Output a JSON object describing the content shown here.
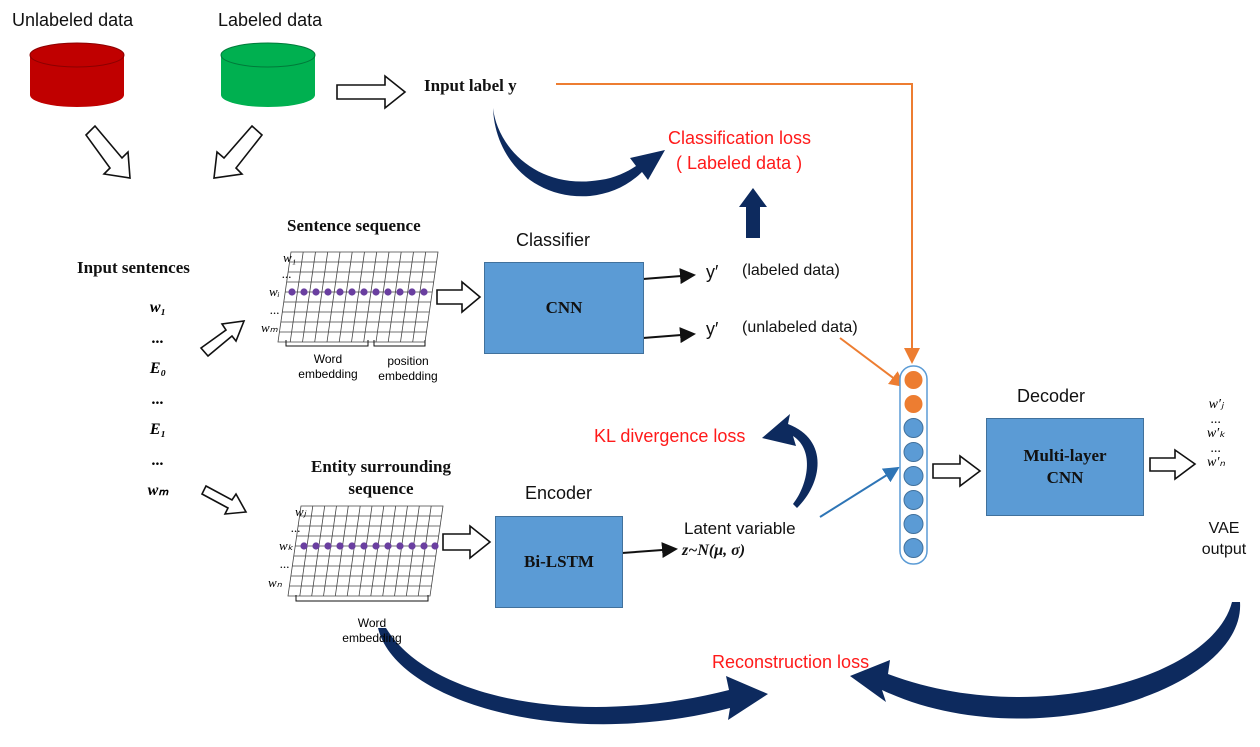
{
  "sources": {
    "unlabeled_title": "Unlabeled data",
    "labeled_title": "Labeled data",
    "unlabeled_color": "#c00000",
    "labeled_color": "#00b050"
  },
  "input_label": "Input label y",
  "input_sentences": {
    "title": "Input sentences",
    "items": [
      "w₁",
      "...",
      "E₀",
      "...",
      "E₁",
      "...",
      "wₘ"
    ]
  },
  "sentence_sequence": {
    "title": "Sentence sequence",
    "row_labels": [
      "w₁",
      "...",
      "wᵢ",
      "...",
      "wₘ"
    ],
    "word_embedding": "Word embedding",
    "position_embedding": "position embedding"
  },
  "entity_sequence": {
    "title": "Entity surrounding sequence",
    "row_labels": [
      "wⱼ",
      "...",
      "wₖ",
      "...",
      "wₙ"
    ],
    "word_embedding": "Word embedding"
  },
  "classifier": {
    "label": "Classifier",
    "box": "CNN"
  },
  "encoder": {
    "label": "Encoder",
    "box": "Bi-LSTM"
  },
  "decoder": {
    "label": "Decoder",
    "box": "Multi-layer CNN"
  },
  "outputs": {
    "y_labeled": "y′",
    "y_labeled_desc": "(labeled data)",
    "y_unlabeled": "y′",
    "y_unlabeled_desc": "(unlabeled data)"
  },
  "latent": {
    "label": "Latent variable",
    "formula": "z~N(μ, σ)"
  },
  "losses": {
    "classification": "Classification  loss",
    "classification_sub": "( Labeled data )",
    "kl": "KL divergence  loss",
    "reconstruction": "Reconstruction loss"
  },
  "vae_output": {
    "items": [
      "w′ⱼ",
      "...",
      "w′ₖ",
      "...",
      "w′ₙ"
    ],
    "label": "VAE output"
  },
  "colors": {
    "box_fill": "#5b9bd5",
    "orange": "#ed7d31",
    "dark_navy": "#0d2a5e",
    "loss_red": "#ff1a1a",
    "dot_purple": "#6a3fa0"
  }
}
